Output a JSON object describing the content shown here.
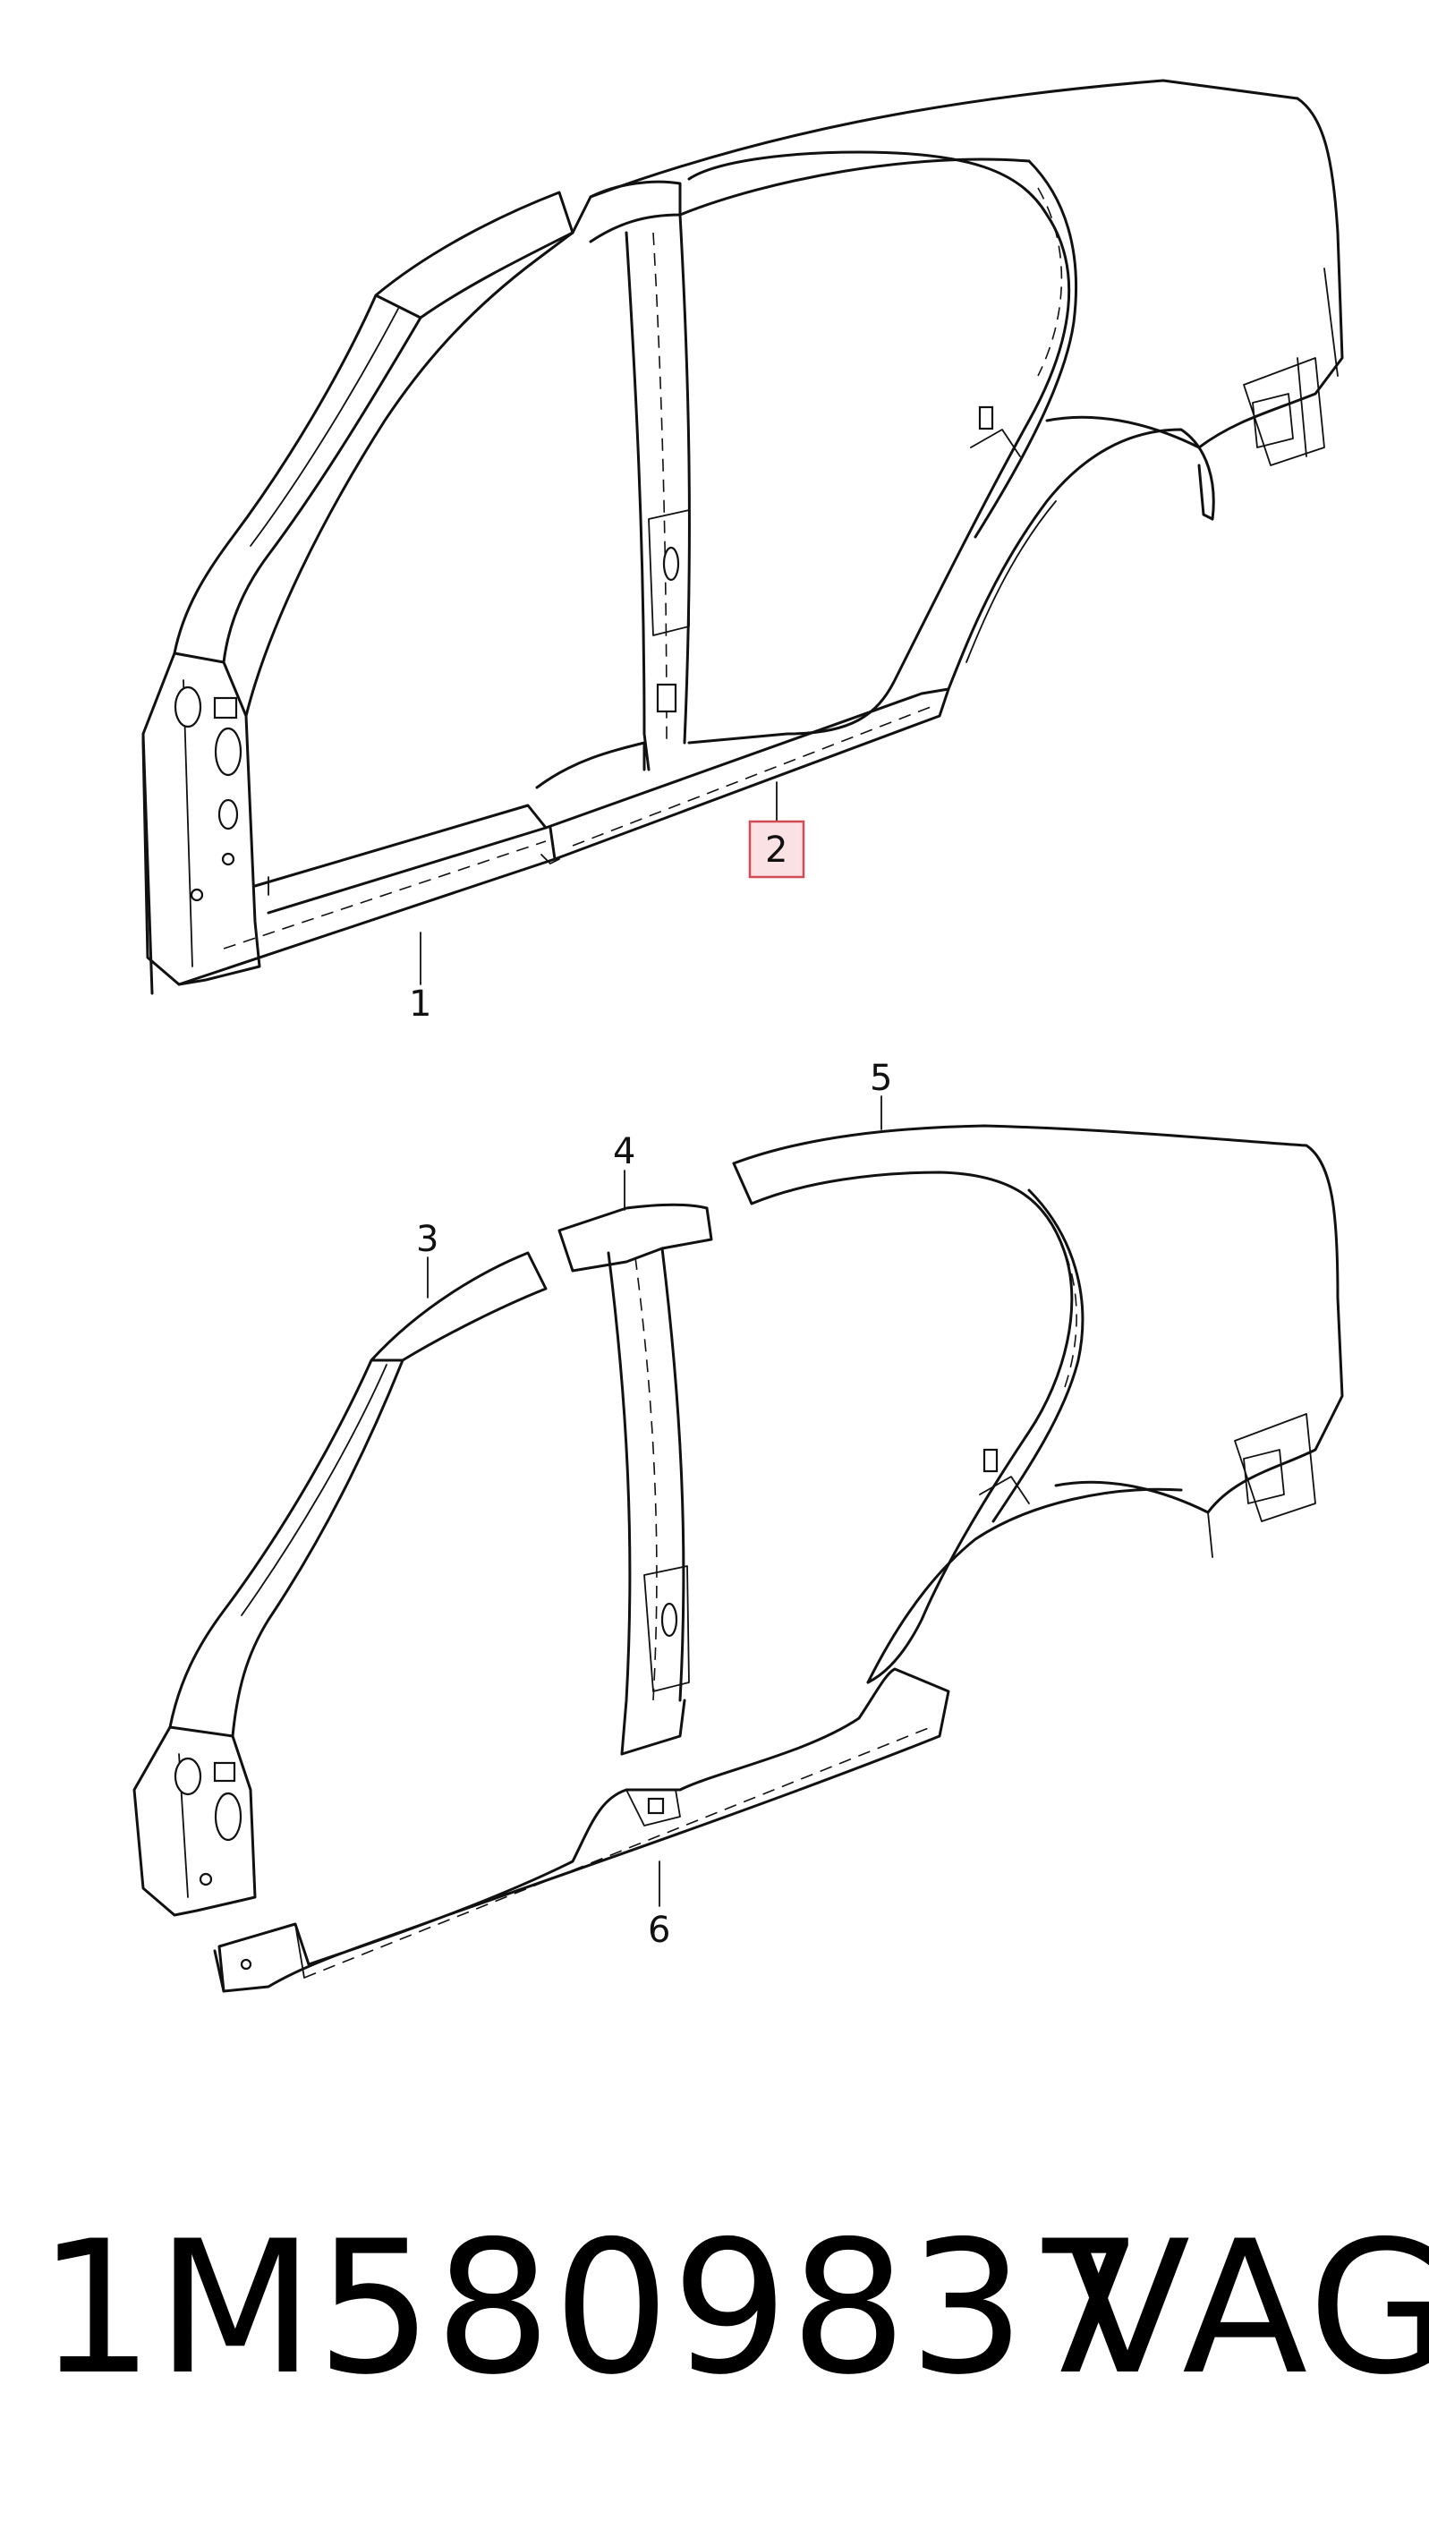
{
  "diagram": {
    "callouts": [
      {
        "id": "1",
        "label": "1"
      },
      {
        "id": "2",
        "label": "2",
        "highlighted": true
      },
      {
        "id": "3",
        "label": "3"
      },
      {
        "id": "4",
        "label": "4"
      },
      {
        "id": "5",
        "label": "5"
      },
      {
        "id": "6",
        "label": "6"
      }
    ],
    "highlight_color": "#d24b55"
  },
  "footer": {
    "part_number": "1M5809837",
    "brand": "VAG"
  }
}
